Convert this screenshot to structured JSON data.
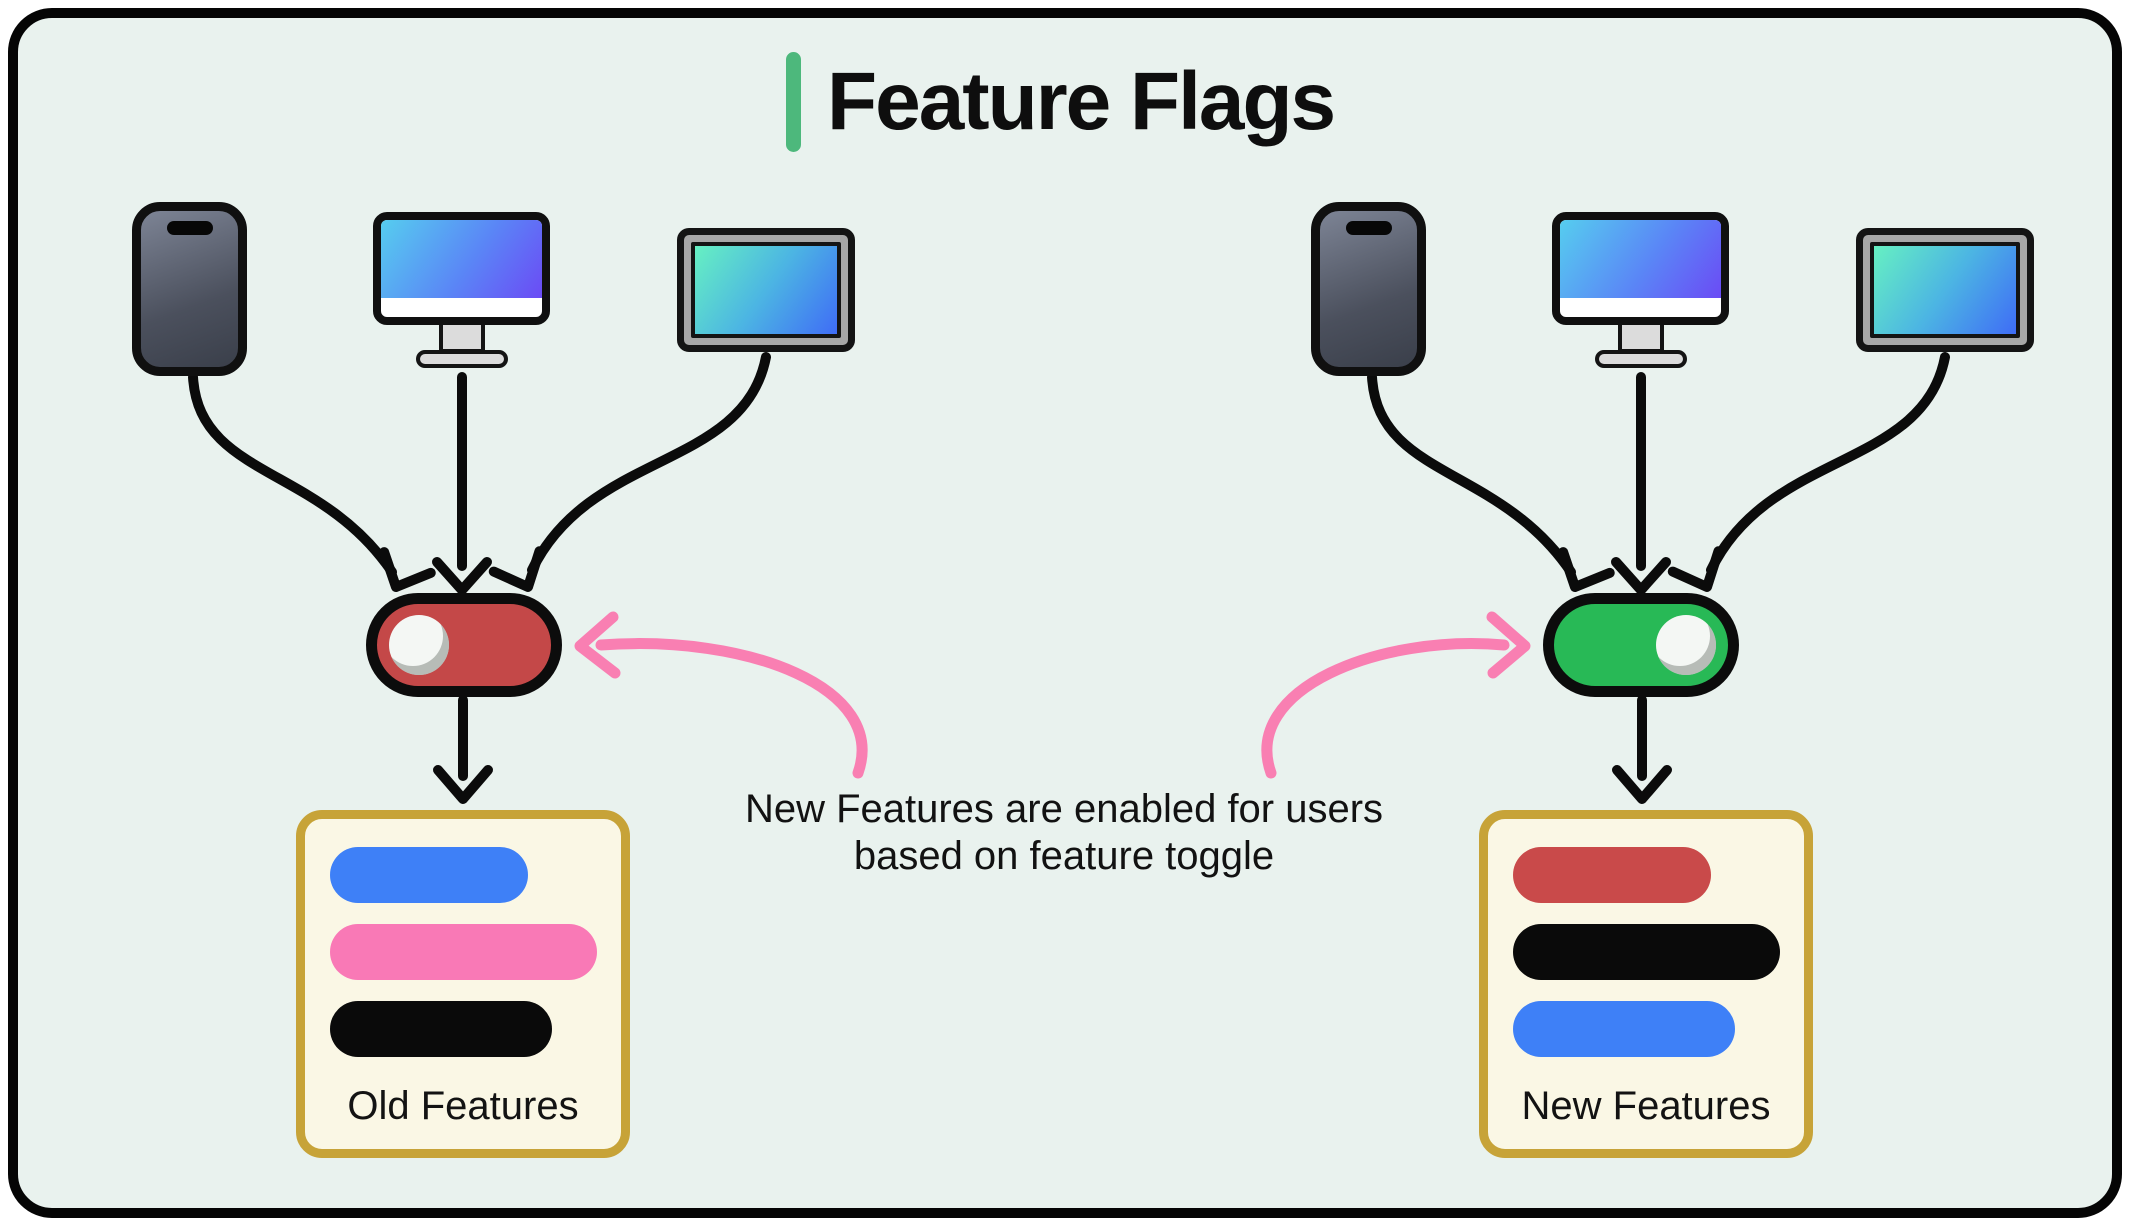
{
  "title": {
    "text": "Feature Flags",
    "accent_bar_color": "#4DB87C"
  },
  "annotation": {
    "line1": "New Features are enabled for users",
    "line2": "based on feature toggle",
    "arrow_color": "#F97FB2"
  },
  "colors": {
    "canvas_background": "#E9F2EE",
    "frame_border": "#050505",
    "black_arrow": "#0B0B0B",
    "box_border_gold": "#C7A338",
    "box_background": "#FAF7E5"
  },
  "left_group": {
    "devices": [
      "smartphone",
      "desktop-monitor",
      "tablet-display"
    ],
    "toggle": {
      "state": "off",
      "color": "#C44848"
    },
    "box": {
      "label": "Old Features",
      "border_color": "#C7A338",
      "background": "#FAF7E5",
      "pills": [
        {
          "name": "feature-pill-blue",
          "color": "#3E80F7"
        },
        {
          "name": "feature-pill-pink",
          "color": "#F979B6"
        },
        {
          "name": "feature-pill-black",
          "color": "#0A0A0A"
        }
      ]
    }
  },
  "right_group": {
    "devices": [
      "smartphone",
      "desktop-monitor",
      "tablet-display"
    ],
    "toggle": {
      "state": "on",
      "color": "#28B956"
    },
    "box": {
      "label": "New Features",
      "border_color": "#C7A338",
      "background": "#FAF7E5",
      "pills": [
        {
          "name": "feature-pill-red",
          "color": "#C94A4A"
        },
        {
          "name": "feature-pill-black",
          "color": "#0A0A0A"
        },
        {
          "name": "feature-pill-blue",
          "color": "#3E80F7"
        }
      ]
    }
  }
}
